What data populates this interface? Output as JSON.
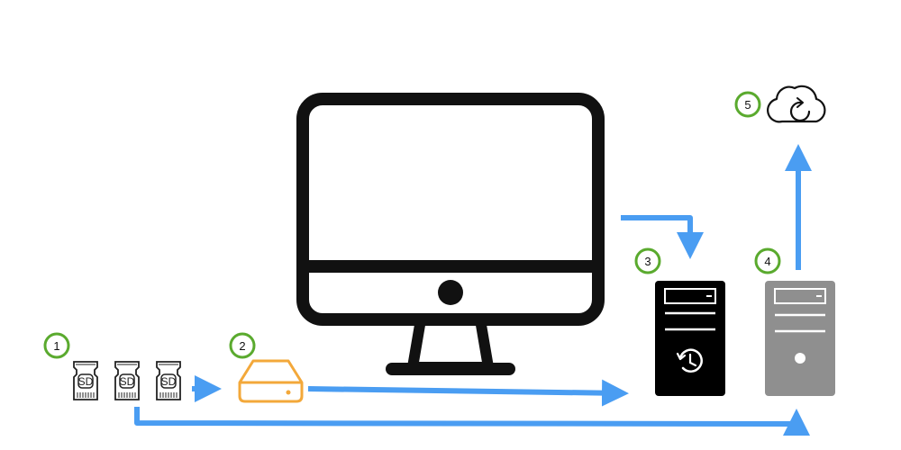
{
  "diagram": {
    "steps": [
      {
        "number": "1"
      },
      {
        "number": "2"
      },
      {
        "number": "3"
      },
      {
        "number": "4"
      },
      {
        "number": "5"
      }
    ],
    "sd_cards": [
      {
        "label": "SD"
      },
      {
        "label": "SD"
      },
      {
        "label": "SD"
      }
    ],
    "icons": {
      "sd_card": "sd-card-icon",
      "external_drive": "external-drive-icon",
      "computer": "desktop-computer-icon",
      "backup_tower": "time-machine-tower-icon",
      "server_tower": "server-tower-icon",
      "cloud": "cloud-sync-icon"
    },
    "colors": {
      "badge": "#5aaa2e",
      "arrow": "#4a9df2",
      "drive": "#f3a83a",
      "backup_tower": "#000000",
      "server_tower": "#8f8f8f",
      "outline": "#111111"
    }
  }
}
